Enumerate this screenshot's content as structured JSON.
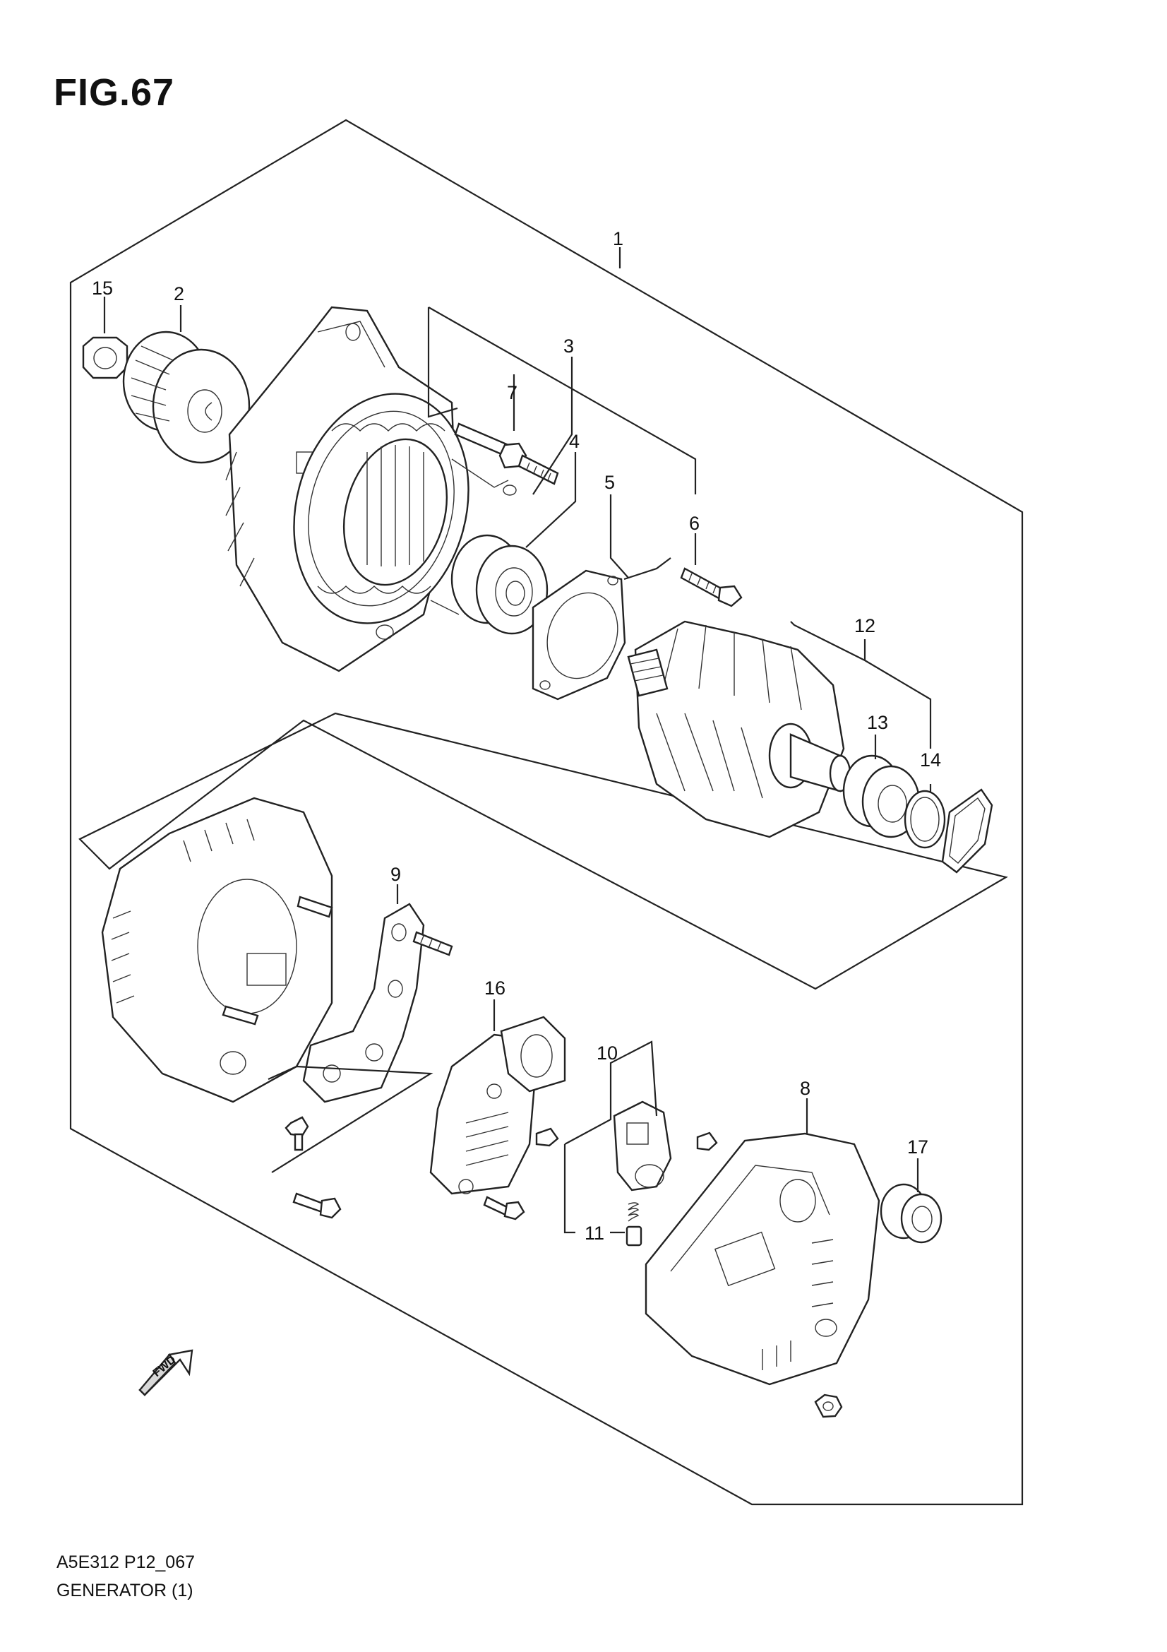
{
  "figure": {
    "title": "FIG.67",
    "code": "A5E312 P12_067",
    "name": "GENERATOR (1)"
  },
  "callouts": {
    "c1": "1",
    "c2": "2",
    "c3": "3",
    "c4": "4",
    "c5": "5",
    "c6": "6",
    "c7": "7",
    "c8": "8",
    "c9": "9",
    "c10": "10",
    "c11": "11",
    "c12": "12",
    "c13": "13",
    "c14": "14",
    "c15": "15",
    "c16": "16",
    "c17": "17"
  },
  "direction_arrow": {
    "label": "FWD",
    "icon": "fwd-arrow-icon"
  }
}
